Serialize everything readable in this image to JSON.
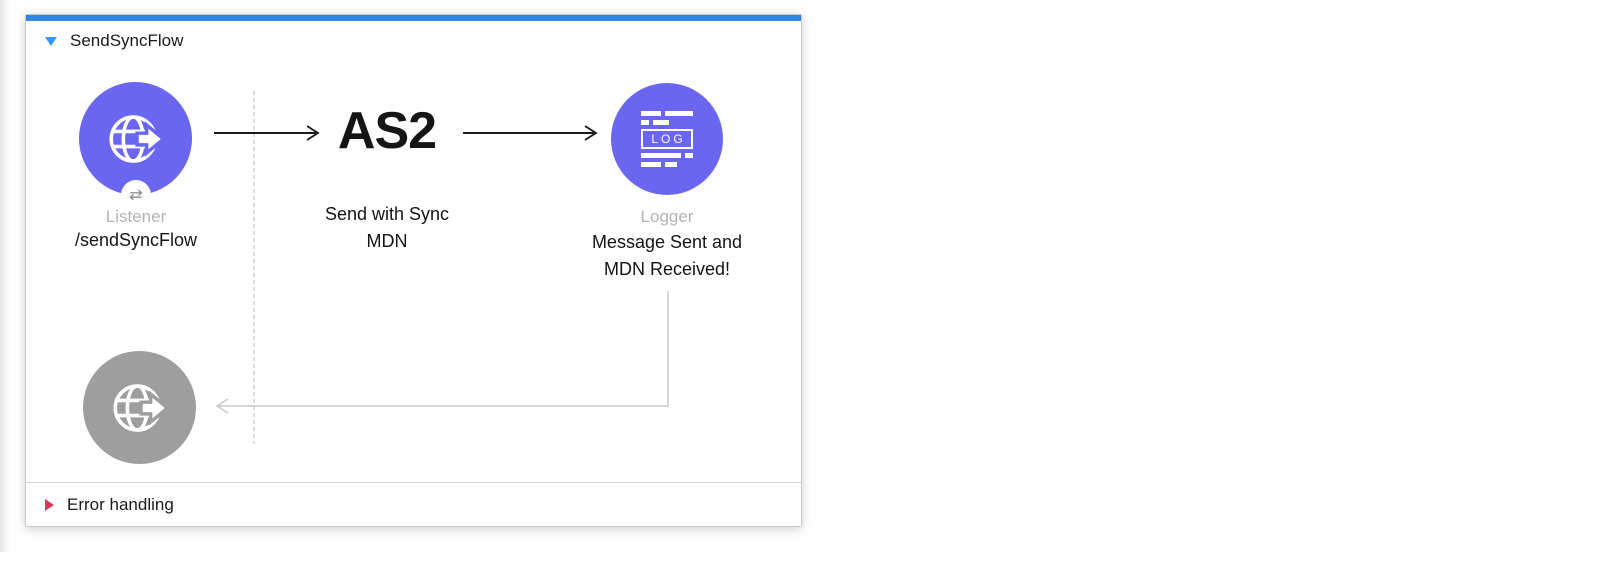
{
  "panel": {
    "flow_title": "SendSyncFlow",
    "error_handling_label": "Error handling"
  },
  "nodes": {
    "listener": {
      "type_label": "Listener",
      "doc_name": "/sendSyncFlow",
      "icon": "globe-arrow-icon",
      "badge_icon": "sync-arrows-icon"
    },
    "as2_send": {
      "type_label": "AS2",
      "doc_line1": "Send with Sync",
      "doc_line2": "MDN"
    },
    "logger": {
      "type_label": "Logger",
      "doc_line1": "Message Sent and",
      "doc_line2": "MDN Received!",
      "icon": "log-icon",
      "icon_text": "LOG"
    },
    "response_endpoint": {
      "icon": "globe-arrow-icon"
    }
  },
  "icons": {
    "collapse_triangle": "triangle-down",
    "expand_triangle": "triangle-right"
  },
  "colors": {
    "selection_bar_blue": "#2e87e2",
    "node_purple": "#6a66f0",
    "node_disabled_gray": "#9e9e9e",
    "collapse_triangle_blue": "#3d97ec",
    "error_triangle_red": "#d6395c",
    "muted_label_gray": "#b3b3b3",
    "connector_black": "#1a1a1a",
    "return_line_gray": "#c9c9c9"
  }
}
